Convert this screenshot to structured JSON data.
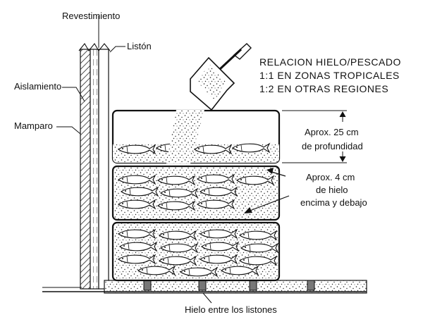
{
  "labels": {
    "revestimiento": "Revestimiento",
    "liston": "Listón",
    "aislamiento": "Aislamiento",
    "mamparo": "Mamparo",
    "hielo_listones": "Hielo entre los listones"
  },
  "ratio": {
    "title": "RELACION HIELO/PESCADO",
    "line1": "1:1 EN ZONAS TROPICALES",
    "line2": "1:2 EN OTRAS REGIONES"
  },
  "notes": {
    "depth_line1": "Aprox. 25 cm",
    "depth_line2": "de profundidad",
    "ice_line1": "Aprox. 4 cm",
    "ice_line2": "de hielo",
    "ice_line3": "encima y debajo"
  },
  "icons": {
    "shovel": "shovel-icon",
    "fish": "fish-icon"
  },
  "colors": {
    "ink": "#111111",
    "background": "#ffffff"
  }
}
